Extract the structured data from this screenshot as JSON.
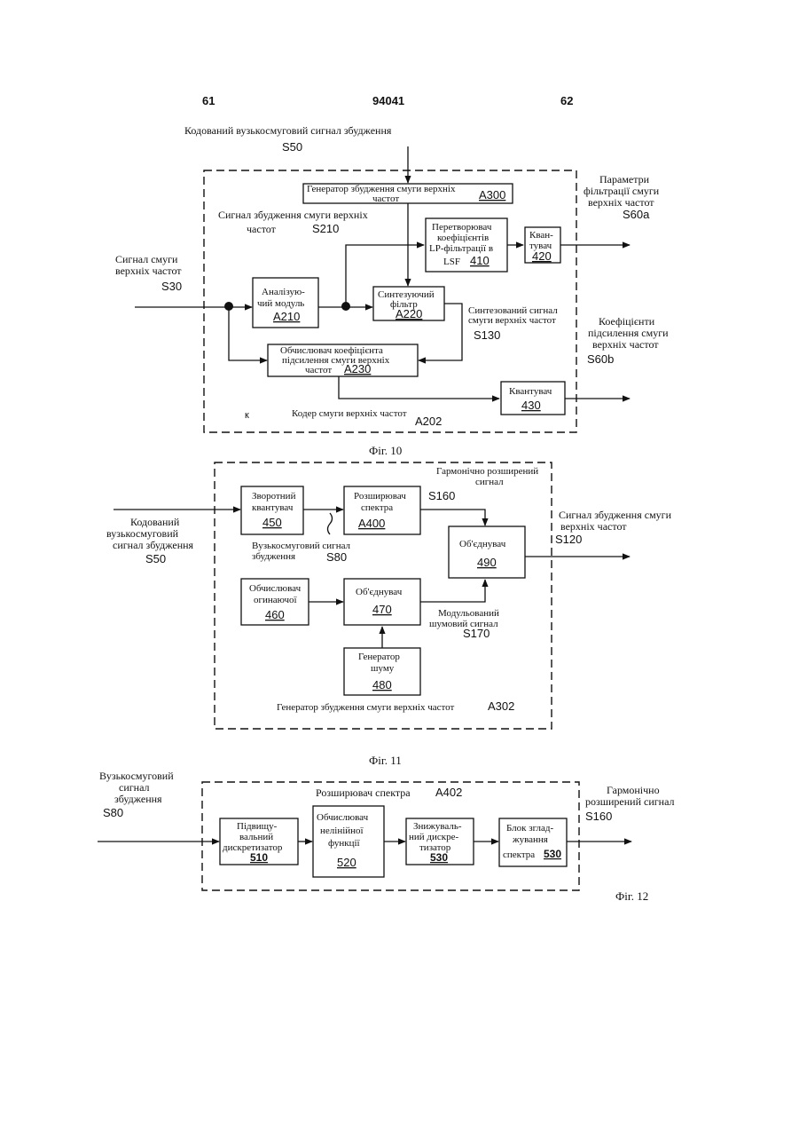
{
  "header": {
    "left": "61",
    "center": "94041",
    "right": "62"
  },
  "fig10": {
    "caption": "Фіг. 10",
    "input_top": {
      "line1": "Кодований вузькосмуговий сигнал збудження",
      "id": "S50"
    },
    "input_left": {
      "line1": "Сигнал смуги",
      "line2": "верхніх частот",
      "id": "S30"
    },
    "out_top": {
      "line1": "Параметри",
      "line2": "фільтрації смуги",
      "line3": "верхніх частот",
      "id": "S60a"
    },
    "out_bottom": {
      "line1": "Коефіцієнти",
      "line2": "підсилення смуги",
      "line3": "верхніх частот",
      "id": "S60b"
    },
    "sig_s210": {
      "line1": "Сигнал збудження смуги верхніх",
      "line2": "частот",
      "id": "S210"
    },
    "sig_s130": {
      "line1": "Синтезований сигнал",
      "line2": "смуги верхніх частот",
      "id": "S130"
    },
    "blocks": {
      "a300": {
        "line1": "Генератор збудження смуги верхніх",
        "line2": "частот",
        "id": "A300"
      },
      "b410": {
        "line1": "Перетворювач",
        "line2": "коефіцієнтів",
        "line3": "LP-фільтрації в",
        "line4": "LSF",
        "id": "410"
      },
      "b420": {
        "line1": "Кван-",
        "line2": "тувач",
        "id": "420"
      },
      "a210": {
        "line1": "Аналізую-",
        "line2": "чий модуль",
        "id": "A210"
      },
      "a220": {
        "line1": "Синтезуючий",
        "line2": "фільтр",
        "id": "A220"
      },
      "a230": {
        "line1": "Обчислювач коефіцієнта",
        "line2": "підсилення смуги верхніх",
        "line3": "частот",
        "id": "A230"
      },
      "b430": {
        "line1": "Квантувач",
        "id": "430"
      }
    },
    "frame_label": {
      "mark": "к",
      "text": "Кодер смуги верхніх частот",
      "id": "A202"
    }
  },
  "fig11": {
    "caption": "Фіг. 11",
    "input": {
      "line1": "Кодований",
      "line2": "вузькосмуговий",
      "line3": "сигнал збудження",
      "id": "S50"
    },
    "output": {
      "line1": "Сигнал збудження смуги",
      "line2": "верхніх частот",
      "id": "S120"
    },
    "sig_s160": {
      "line1": "Гармонічно розширений",
      "line2": "сигнал",
      "id": "S160"
    },
    "sig_s80": {
      "line1": "Вузькосмуговий сигнал",
      "line2": "збудження",
      "id": "S80"
    },
    "sig_s170": {
      "line1": "Модульований",
      "line2": "шумовий сигнал",
      "id": "S170"
    },
    "blocks": {
      "b450": {
        "line1": "Зворотний",
        "line2": "квантувач",
        "id": "450"
      },
      "a400": {
        "line1": "Розширювач",
        "line2": "спектра",
        "id": "A400"
      },
      "b490": {
        "line1": "Об'єднувач",
        "id": "490"
      },
      "b460": {
        "line1": "Обчислювач",
        "line2": "огинаючої",
        "id": "460"
      },
      "b470": {
        "line1": "Об'єднувач",
        "id": "470"
      },
      "b480": {
        "line1": "Генератор",
        "line2": "шуму",
        "id": "480"
      }
    },
    "frame_label": {
      "text": "Генератор збудження смуги верхніх частот",
      "id": "A302"
    }
  },
  "fig12": {
    "caption": "Фіг. 12",
    "input": {
      "line1": "Вузькосмуговий",
      "line2": "сигнал",
      "line3": "збудження",
      "id": "S80"
    },
    "output": {
      "line1": "Гармонічно",
      "line2": "розширений сигнал",
      "id": "S160"
    },
    "frame_label": {
      "text": "Розширювач спектра",
      "id": "A402"
    },
    "blocks": {
      "b510": {
        "line1": "Підвищу-",
        "line2": "вальний",
        "line3": "дискретизатор",
        "id": "510"
      },
      "b520": {
        "line1": "Обчислювач",
        "line2": "нелінійної",
        "line3": "функції",
        "id": "520"
      },
      "b530a": {
        "line1": "Знижуваль-",
        "line2": "ний дискре-",
        "line3": "тизатор",
        "id": "530"
      },
      "b530b": {
        "line1": "Блок зглад-",
        "line2": "жування",
        "line3": "спектра",
        "id": "530"
      }
    }
  }
}
